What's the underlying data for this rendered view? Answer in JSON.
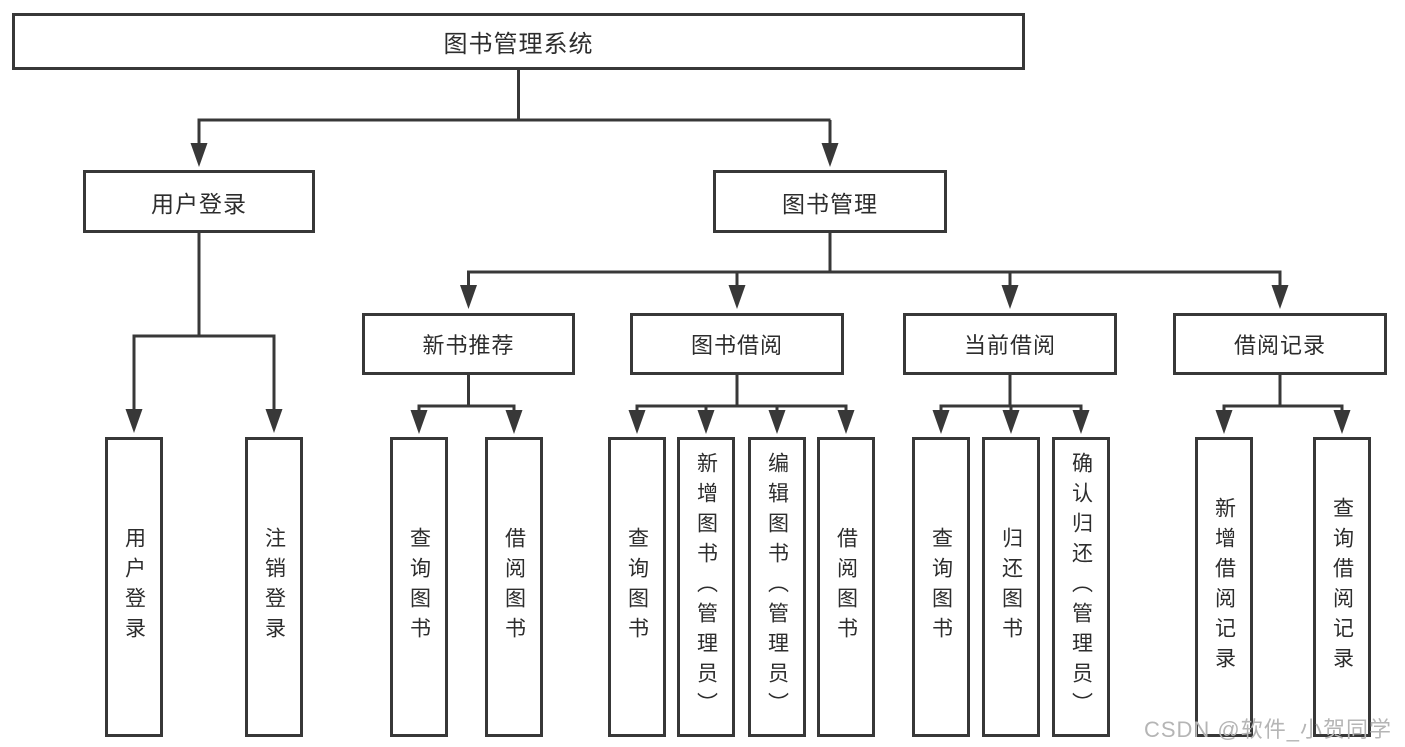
{
  "tree": {
    "root": {
      "label": "图书管理系统"
    },
    "children": [
      {
        "label": "用户登录",
        "children": [
          {
            "label": "用户登录"
          },
          {
            "label": "注销登录"
          }
        ]
      },
      {
        "label": "图书管理",
        "children": [
          {
            "label": "新书推荐",
            "children": [
              {
                "label": "查询图书"
              },
              {
                "label": "借阅图书"
              }
            ]
          },
          {
            "label": "图书借阅",
            "children": [
              {
                "label": "查询图书"
              },
              {
                "label": "新增图书（管理员）"
              },
              {
                "label": "编辑图书（管理员）"
              },
              {
                "label": "借阅图书"
              }
            ]
          },
          {
            "label": "当前借阅",
            "children": [
              {
                "label": "查询图书"
              },
              {
                "label": "归还图书"
              },
              {
                "label": "确认归还（管理员）"
              }
            ]
          },
          {
            "label": "借阅记录",
            "children": [
              {
                "label": "新增借阅记录"
              },
              {
                "label": "查询借阅记录"
              }
            ]
          }
        ]
      }
    ]
  },
  "watermark": {
    "text": "CSDN @软件_小贺同学"
  },
  "colors": {
    "line": "#383838",
    "text": "#2d2d2d",
    "watermark": "#b5b5b5",
    "background": "#ffffff"
  }
}
